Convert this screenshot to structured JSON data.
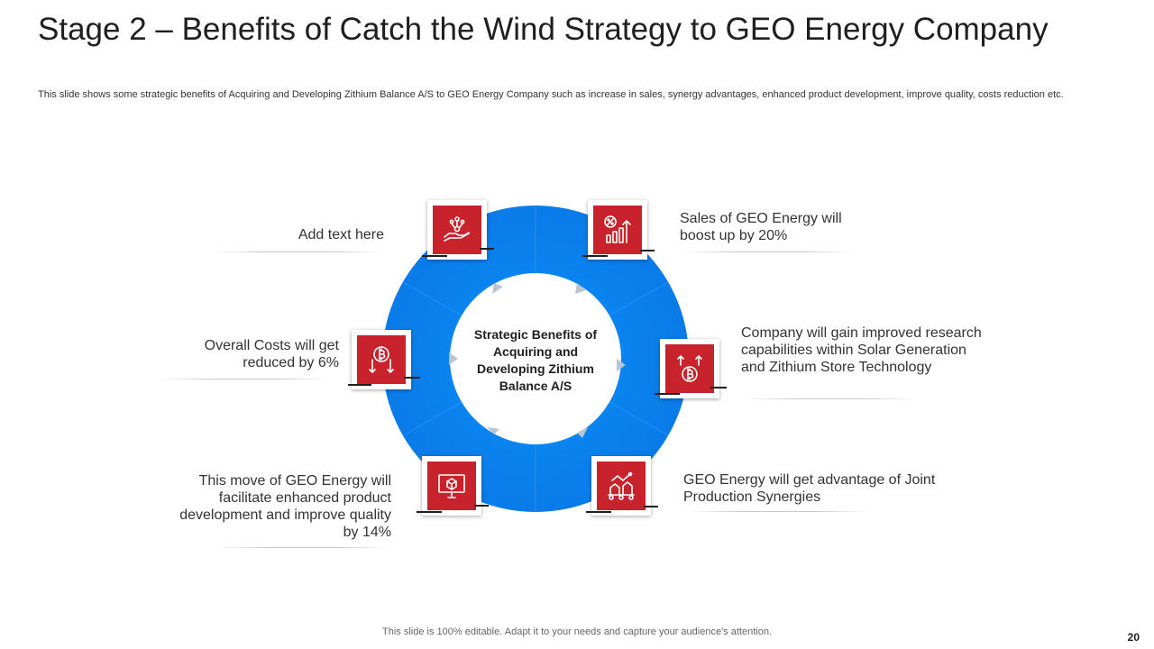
{
  "slide": {
    "title": "Stage 2 – Benefits of Catch the Wind Strategy to GEO Energy Company",
    "subtitle": "This slide shows some strategic benefits of Acquiring and Developing Zithium Balance A/S to GEO Energy Company such as increase in sales, synergy advantages, enhanced product development, improve quality, costs reduction etc.",
    "footer": "This slide is 100% editable. Adapt it to your needs and capture your audience's attention.",
    "page_number": "20"
  },
  "diagram": {
    "center": "Strategic Benefits of Acquiring and Developing Zithium Balance A/S",
    "ring_color": "#0a84f0",
    "icon_color": "#c8232c",
    "items": [
      {
        "label": "Add text here",
        "icon": "hand-idea-icon"
      },
      {
        "label": "Sales of GEO Energy will boost up by 20%",
        "icon": "growth-chart-percent-icon"
      },
      {
        "label": "Company will gain improved research capabilities within Solar Generation and Zithium Store Technology",
        "icon": "bitcoin-arrows-icon"
      },
      {
        "label": "GEO Energy will get advantage of Joint Production Synergies",
        "icon": "conveyor-production-icon"
      },
      {
        "label": "This move of GEO Energy will facilitate enhanced product development and improve quality by 14%",
        "icon": "monitor-box-icon"
      },
      {
        "label": "Overall Costs will get reduced by 6%",
        "icon": "bitcoin-down-arrow-icon"
      }
    ]
  }
}
